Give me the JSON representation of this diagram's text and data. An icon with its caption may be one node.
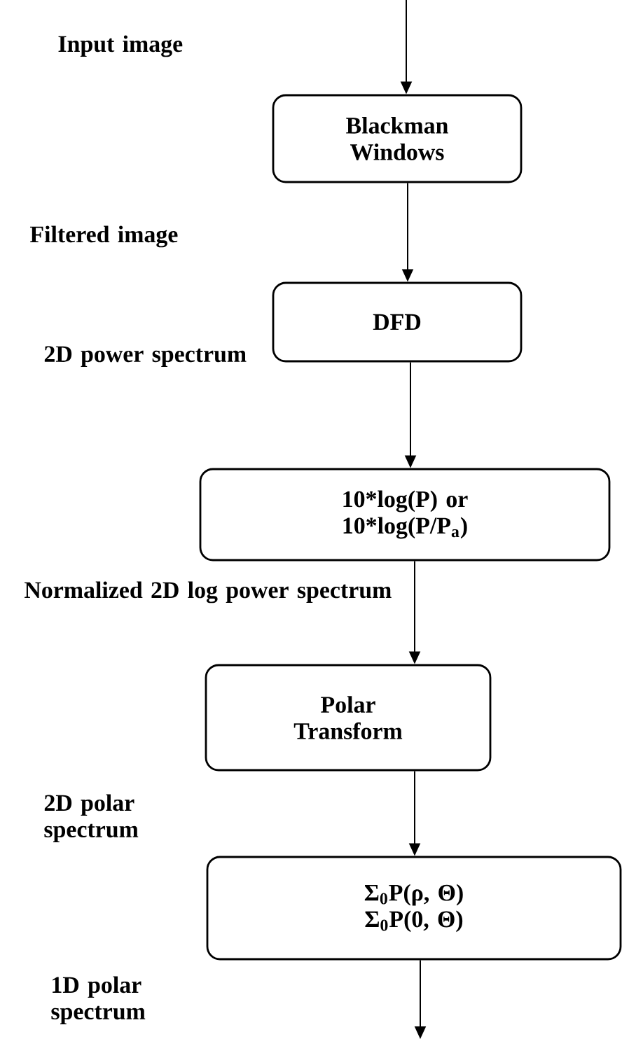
{
  "diagram": {
    "nodes": [
      {
        "text": [
          "Blackman Windows"
        ]
      },
      {
        "text": [
          "DFD"
        ]
      },
      {
        "text": [
          "10*log(P) or 10*log(P/P$_{a}$)"
        ]
      },
      {
        "text": [
          "Polar Transform"
        ]
      },
      {
        "text": [
          "Σ$_{0}$P(ρ, Θ) Σ$_{0}$P(0, Θ)"
        ]
      }
    ],
    "edges": [
      {
        "from": null,
        "to": 0,
        "arrow": "to"
      },
      {
        "from": 0,
        "to": 1,
        "arrow": "to"
      },
      {
        "from": 1,
        "to": 2,
        "arrow": "to"
      },
      {
        "from": 2,
        "to": 3,
        "arrow": "to"
      },
      {
        "from": 3,
        "to": 4,
        "arrow": "to"
      },
      {
        "from": 4,
        "to": null,
        "arrow": "to"
      }
    ],
    "labels": [
      "Input image",
      "Filtered image",
      "2D power spectrum",
      "Normalized 2D log power spectrum",
      "2D polar spectrum",
      "1D polar spectrum"
    ]
  }
}
